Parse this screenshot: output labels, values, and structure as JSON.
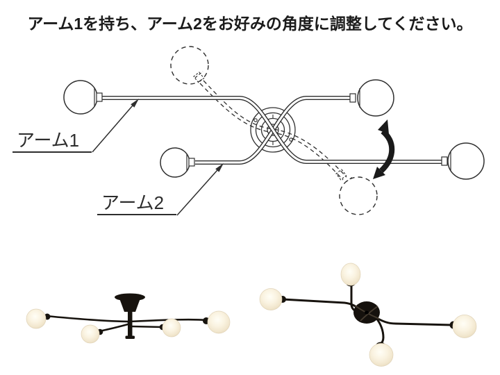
{
  "title": "アーム1を持ち、アーム2をお好みの角度に調整してください。",
  "diagram": {
    "arm1_label": "アーム1",
    "arm2_label": "アーム2"
  },
  "colors": {
    "line_color": "#2e2e2e",
    "fixture_black": "#17130e",
    "globe_cream": "#f7efdc",
    "background": "#ffffff"
  }
}
